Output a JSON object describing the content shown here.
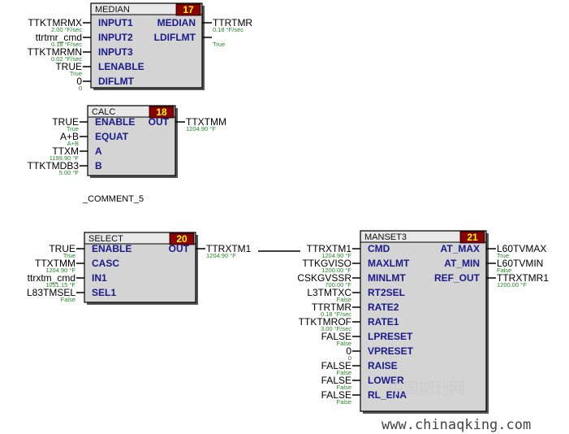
{
  "blocks": [
    {
      "id": "median",
      "title": "MEDIAN",
      "number": "17",
      "inputs": [
        {
          "pin": "INPUT1",
          "signal": "TTKTMRMX",
          "value": "2.00 °F/sec"
        },
        {
          "pin": "INPUT2",
          "signal": "ttrtmr_cmd",
          "value": "0.18 °F/sec"
        },
        {
          "pin": "INPUT3",
          "signal": "TTKTMRMN",
          "value": "0.02 °F/sec"
        },
        {
          "pin": "LENABLE",
          "signal": "TRUE",
          "value": "True"
        },
        {
          "pin": "DIFLMT",
          "signal": "0",
          "value": "0"
        }
      ],
      "outputs": [
        {
          "pin": "MEDIAN",
          "signal": "TTRTMR",
          "value": "0.18 °F/sec"
        },
        {
          "pin": "LDIFLMT",
          "signal": "",
          "value": "True"
        }
      ]
    },
    {
      "id": "calc",
      "title": "CALC",
      "number": "18",
      "inputs": [
        {
          "pin": "ENABLE",
          "signal": "TRUE",
          "value": "True"
        },
        {
          "pin": "EQUAT",
          "signal": "A+B",
          "value": "A+B"
        },
        {
          "pin": "A",
          "signal": "TTXM",
          "value": "1199.90 °F"
        },
        {
          "pin": "B",
          "signal": "TTKTMDB3",
          "value": "5.00 °F"
        }
      ],
      "outputs": [
        {
          "pin": "OUT",
          "signal": "TTXTMM",
          "value": "1204.90 °F"
        }
      ]
    },
    {
      "id": "select",
      "title": "SELECT",
      "number": "20",
      "inputs": [
        {
          "pin": "ENABLE",
          "signal": "TRUE",
          "value": "True"
        },
        {
          "pin": "CASC",
          "signal": "TTXTMM",
          "value": "1204.90 °F"
        },
        {
          "pin": "IN1",
          "signal": "ttrxtm_cmd",
          "value": "1051.15 °F"
        },
        {
          "pin": "SEL1",
          "signal": "L83TMSEL",
          "value": "False"
        }
      ],
      "outputs": [
        {
          "pin": "OUT",
          "signal": "TTRXTM1",
          "value": "1204.90 °F"
        }
      ]
    },
    {
      "id": "manset3",
      "title": "MANSET3",
      "number": "21",
      "inputs": [
        {
          "pin": "CMD",
          "signal": "TTRXTM1",
          "value": "1204.90 °F"
        },
        {
          "pin": "MAXLMT",
          "signal": "TTKGVISO",
          "value": "1200.00 °F"
        },
        {
          "pin": "MINLMT",
          "signal": "CSKGVSSR",
          "value": "700.00 °F"
        },
        {
          "pin": "RT2SEL",
          "signal": "L3TMTXC",
          "value": "False"
        },
        {
          "pin": "RATE2",
          "signal": "TTRTMR",
          "value": "0.18 °F/sec"
        },
        {
          "pin": "RATE1",
          "signal": "TTKTMROF",
          "value": "3.00 °F/sec"
        },
        {
          "pin": "LPRESET",
          "signal": "FALSE",
          "value": "False"
        },
        {
          "pin": "VPRESET",
          "signal": "0",
          "value": "0"
        },
        {
          "pin": "RAISE",
          "signal": "FALSE",
          "value": "False"
        },
        {
          "pin": "LOWER",
          "signal": "FALSE",
          "value": "False"
        },
        {
          "pin": "RL_ENA",
          "signal": "FALSE",
          "value": "False"
        }
      ],
      "outputs": [
        {
          "pin": "AT_MAX",
          "signal": "L60TVMAX",
          "value": "True"
        },
        {
          "pin": "AT_MIN",
          "signal": "L60TVMIN",
          "value": "False"
        },
        {
          "pin": "REF_OUT",
          "signal": "TTRXTMR1",
          "value": "1200.00 °F"
        }
      ]
    }
  ],
  "comment": "_COMMENT_5",
  "watermark": {
    "cn": "中国期刊网",
    "url": "www.chinaqking.com"
  },
  "colors": {
    "block_fill": "#d4d4d4",
    "title_bar": "#e8e8e8",
    "number_bg": "#8b0000",
    "number_fg": "#ffff00",
    "pin_text": "#1a1a8a",
    "value_text": "#1f8a1f"
  }
}
